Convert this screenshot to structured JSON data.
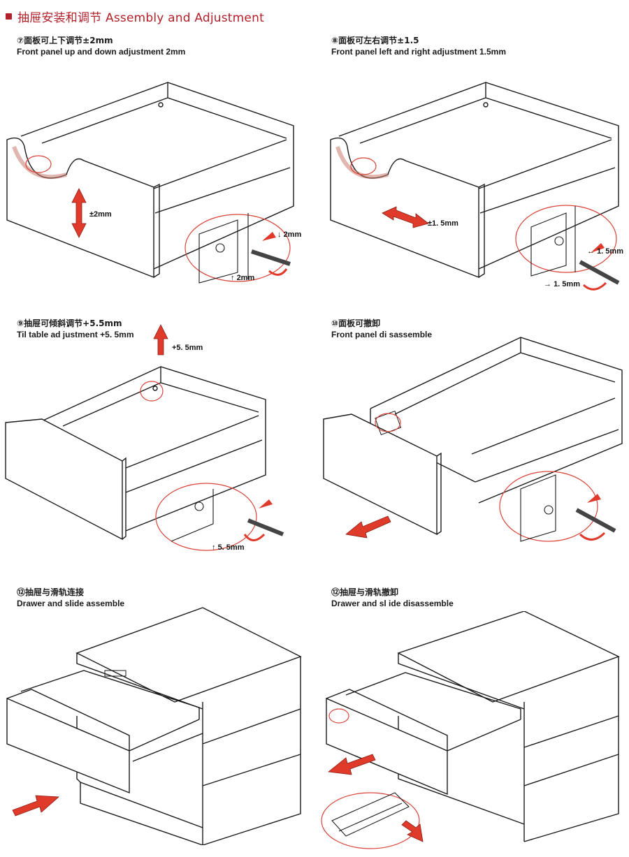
{
  "header": {
    "title": "抽屉安装和调节 Assembly and Adjustment"
  },
  "colors": {
    "accent": "#b3202a",
    "arrow": "#e03a2a",
    "line": "#1a1a1a",
    "highlight": "#d9443a"
  },
  "steps": [
    {
      "cn": "⑦面板可上下调节±2mm",
      "en": "Front panel up and down adjustment 2mm",
      "labels": {
        "main": "±2mm",
        "a": "2mm",
        "b": "2mm"
      }
    },
    {
      "cn": "⑧面板可左右调节±1.5",
      "en": "Front panel left and right adjustment 1.5mm",
      "labels": {
        "main": "±1. 5mm",
        "a": "1. 5mm",
        "b": "1. 5mm"
      }
    },
    {
      "cn": "⑨抽屉可倾斜调节+5.5mm",
      "en": "Til table ad justment +5. 5mm",
      "labels": {
        "main": "+5. 5mm",
        "a": "5. 5mm"
      }
    },
    {
      "cn": "⑩面板可撤卸",
      "en": "Front panel di sassemble"
    },
    {
      "cn": "⑫抽屉与滑轨连接",
      "en": "Drawer and slide  assemble"
    },
    {
      "cn": "⑫抽屉与滑轨撤卸",
      "en": "Drawer and sl ide disassemble"
    }
  ]
}
